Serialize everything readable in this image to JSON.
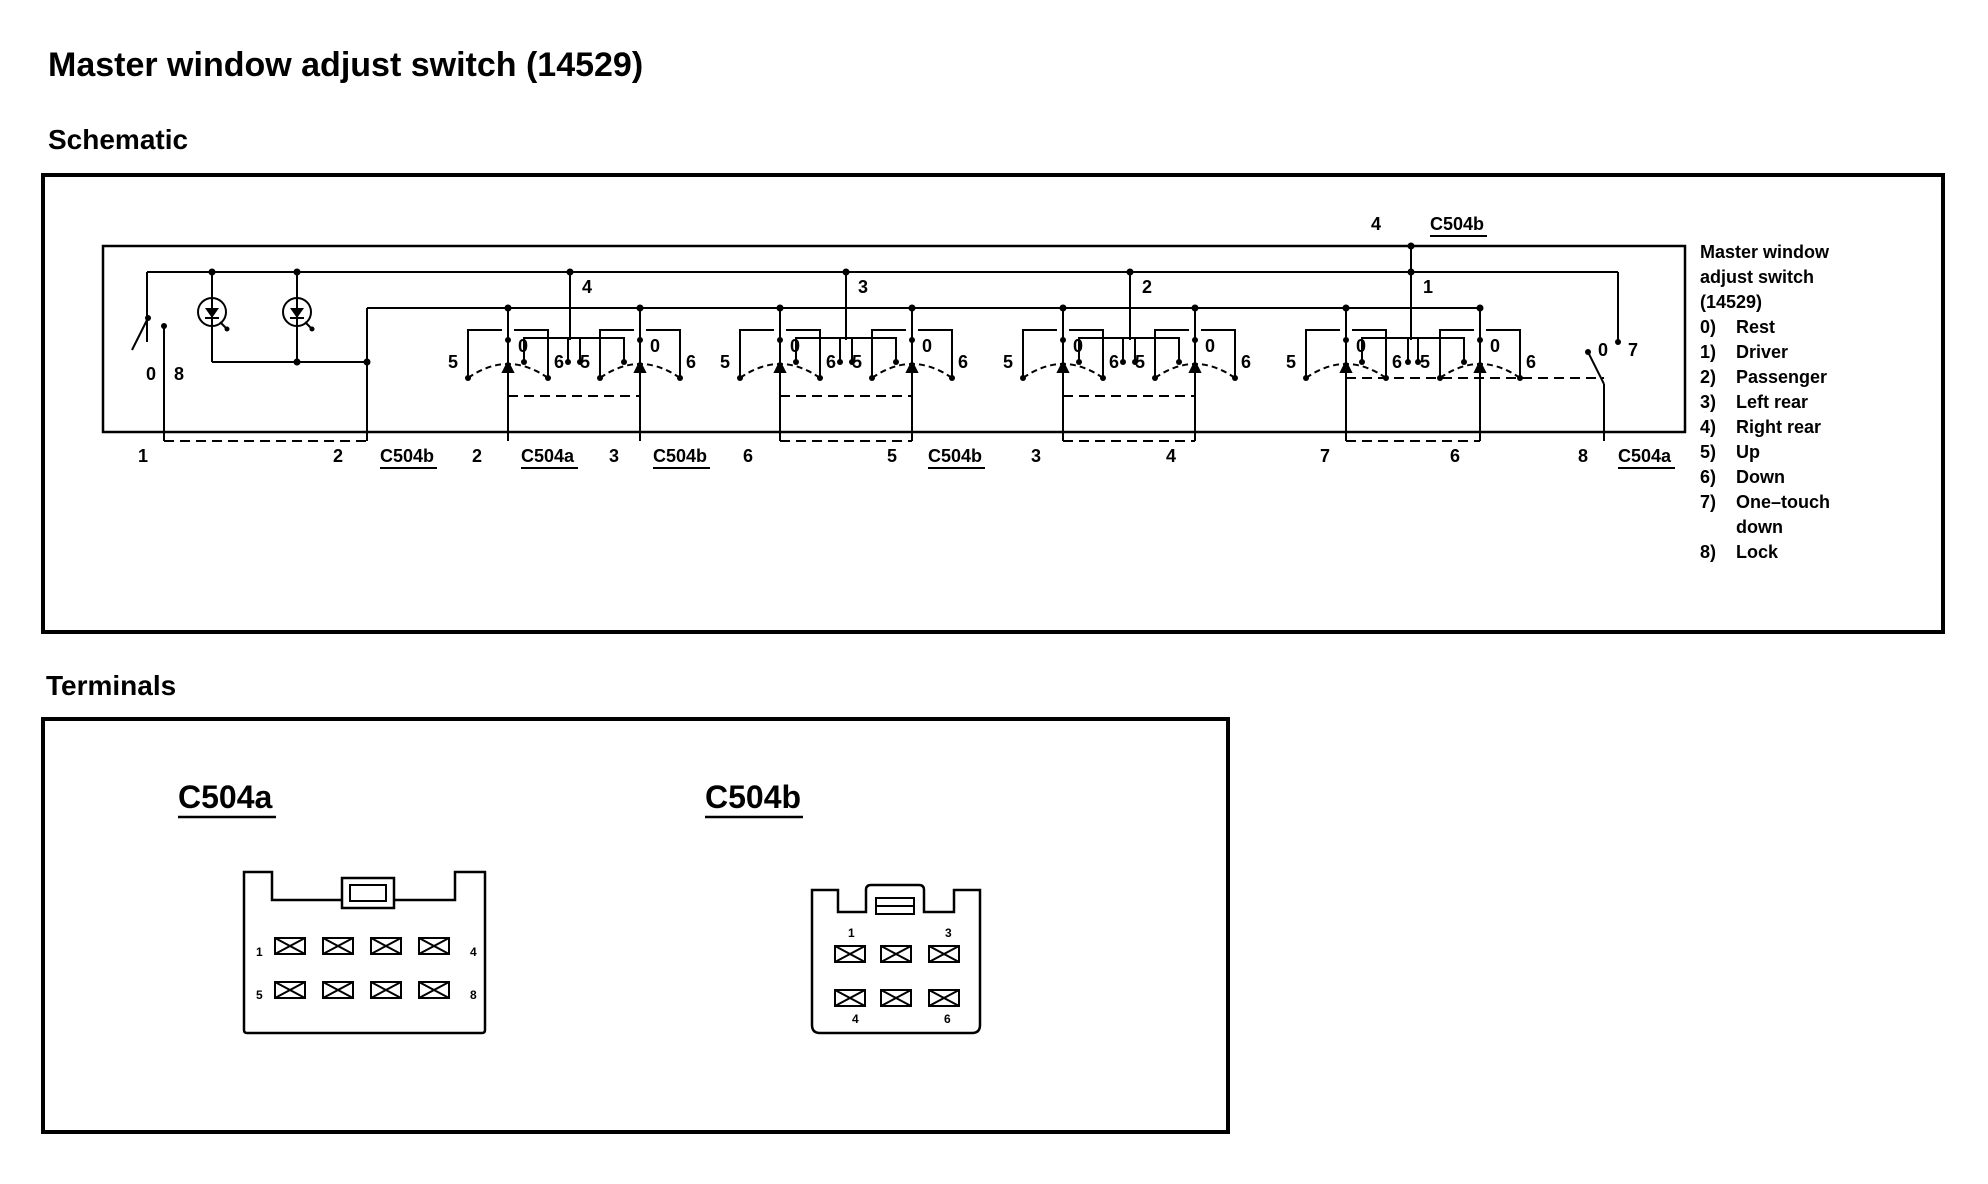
{
  "page": {
    "title": "Master window adjust switch (14529)",
    "schematic_heading": "Schematic",
    "terminals_heading": "Terminals"
  },
  "schematic": {
    "top_connector": {
      "pin": "4",
      "name": "C504b"
    },
    "bus_labels": [
      "4",
      "3",
      "2",
      "1"
    ],
    "pos_rest": "0",
    "pos_up": "5",
    "pos_down": "6",
    "lock_labels": [
      "0",
      "8"
    ],
    "onetouch_labels": [
      "0",
      "7"
    ],
    "bottom_pins": [
      "1",
      "2",
      "2",
      "3",
      "6",
      "5",
      "3",
      "4",
      "7",
      "6",
      "8"
    ],
    "bottom_connectors": [
      "C504b",
      "C504a",
      "C504b",
      "C504b",
      "C504a"
    ],
    "legend": {
      "title_lines": [
        "Master window",
        "adjust switch",
        "(14529)"
      ],
      "items": [
        {
          "num": "0)",
          "label": "Rest"
        },
        {
          "num": "1)",
          "label": "Driver"
        },
        {
          "num": "2)",
          "label": "Passenger"
        },
        {
          "num": "3)",
          "label": "Left rear"
        },
        {
          "num": "4)",
          "label": "Right rear"
        },
        {
          "num": "5)",
          "label": "Up"
        },
        {
          "num": "6)",
          "label": "Down"
        },
        {
          "num": "7)",
          "label": "One–touch"
        },
        {
          "num": "",
          "label": "down"
        },
        {
          "num": "8)",
          "label": "Lock"
        }
      ]
    }
  },
  "terminals": {
    "c504a": {
      "name": "C504a",
      "pins": [
        "1",
        "4",
        "5",
        "8"
      ]
    },
    "c504b": {
      "name": "C504b",
      "pins": [
        "1",
        "3",
        "4",
        "6"
      ]
    }
  }
}
